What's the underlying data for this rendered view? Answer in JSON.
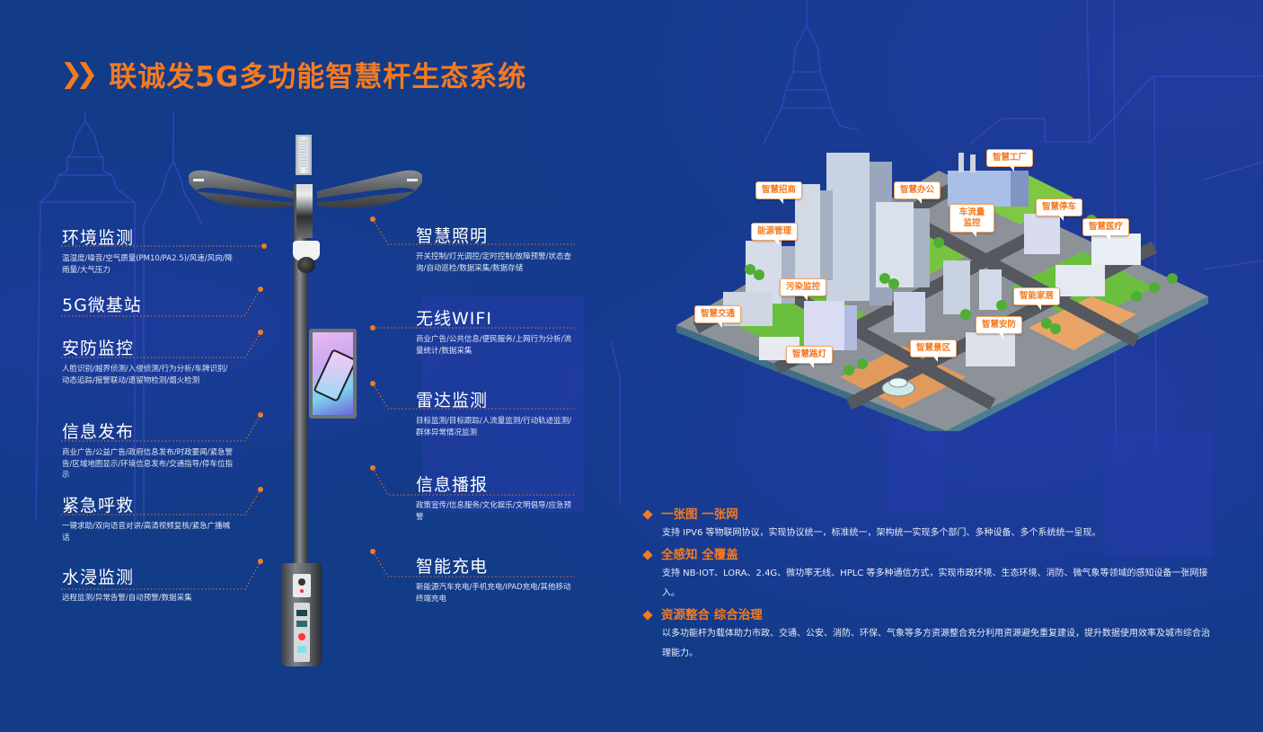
{
  "title": {
    "icon": "double-chevron-right-icon",
    "text": "联诚发5G多功能智慧杆生态系统"
  },
  "colors": {
    "background": "#123b88",
    "accent": "#f47a21",
    "text": "#ffffff"
  },
  "left_features": [
    {
      "name": "环境监测",
      "desc": "温湿度/噪音/空气质量(PM10/PA2.5)/风速/风向/降雨量/大气压力"
    },
    {
      "name": "5G微基站",
      "desc": ""
    },
    {
      "name": "安防监控",
      "desc": "人脸识别/越界侦测/入侵侦测/行为分析/车牌识别/动态追踪/报警联动/遗留物检测/烟火检测"
    },
    {
      "name": "信息发布",
      "desc": "商业广告/公益广告/政府信息发布/时政要闻/紧急警告/区域地图显示/环境信息发布/交通指导/停车位指示"
    },
    {
      "name": "紧急呼救",
      "desc": "一键求助/双向语音对讲/高清视频复核/紧急广播喊话"
    },
    {
      "name": "水浸监测",
      "desc": "远程监测/异常告警/自动预警/数据采集"
    }
  ],
  "right_features": [
    {
      "name": "智慧照明",
      "desc": "开关控制/灯光调控/定时控制/故障预警/状态查询/自动巡检/数据采集/数据存储"
    },
    {
      "name": "无线WIFI",
      "desc": "商业广告/公共信息/便民服务/上网行为分析/流量统计/数据采集"
    },
    {
      "name": "雷达监测",
      "desc": "目标监测/目标跟踪/人流量监测/行动轨迹监测/群体异常情况监测"
    },
    {
      "name": "信息播报",
      "desc": "政策宣传/信息服务/文化娱乐/文明倡导/应急预警"
    },
    {
      "name": "智能充电",
      "desc": "新能源汽车充电/手机充电/IPAD充电/其他移动终端充电"
    }
  ],
  "city_labels": [
    {
      "text": "智慧工厂"
    },
    {
      "text": "智慧招商"
    },
    {
      "text": "智慧办公"
    },
    {
      "text": "车流量监控"
    },
    {
      "text": "智慧停车"
    },
    {
      "text": "能源管理"
    },
    {
      "text": "智慧医疗"
    },
    {
      "text": "污染监控"
    },
    {
      "text": "智能家居"
    },
    {
      "text": "智慧交通"
    },
    {
      "text": "智慧安防"
    },
    {
      "text": "智慧路灯"
    },
    {
      "text": "智慧景区"
    }
  ],
  "info": [
    {
      "heading": "一张图 一张网",
      "body": "支持 IPV6 等物联网协议，实现协议统一，标准统一，架构统一实现多个部门、多种设备、多个系统统一呈现。"
    },
    {
      "heading": "全感知 全覆盖",
      "body": "支持 NB-IOT、LORA、2.4G、微功率无线、HPLC 等多种通信方式，实现市政环境、生态环境、消防、微气象等领域的感知设备一张网接入。"
    },
    {
      "heading": "资源整合 综合治理",
      "body": "以多功能杆为载体助力市政、交通、公安、消防、环保、气象等多方资源整合充分利用资源避免重复建设，提升数据使用效率及城市综合治理能力。"
    }
  ]
}
